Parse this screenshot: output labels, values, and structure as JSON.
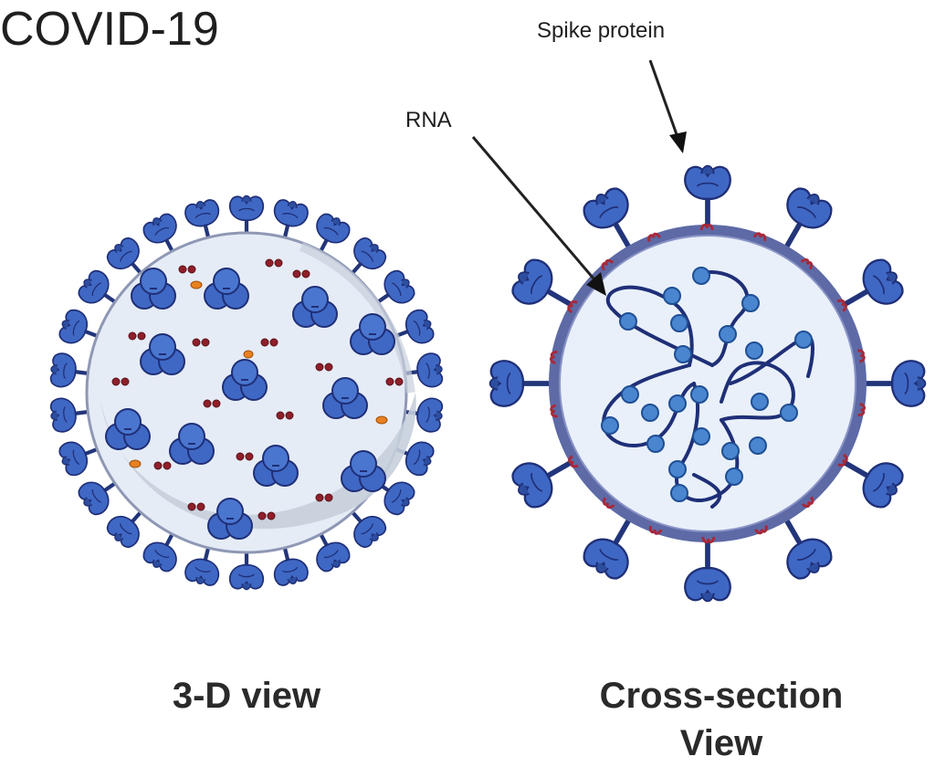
{
  "title": "COVID-19",
  "annotations": {
    "spike_protein": "Spike protein",
    "rna": "RNA"
  },
  "captions": {
    "left": "3-D view",
    "right_line1": "Cross-section",
    "right_line2": "View"
  },
  "colors": {
    "spike": "#3f68c4",
    "spike_dark": "#23357a",
    "rna_bead": "#4a86cf",
    "rna_strand": "#1f2f77",
    "envelope_fill": "#e6ecf6",
    "envelope_shadow": "#c7cfdc",
    "membrane": "#5d6aa6",
    "e_protein": "#a7293a",
    "m_protein": "#e8801f"
  },
  "icons": {
    "spike": "spike-protein-icon",
    "virus": "virus-icon"
  }
}
